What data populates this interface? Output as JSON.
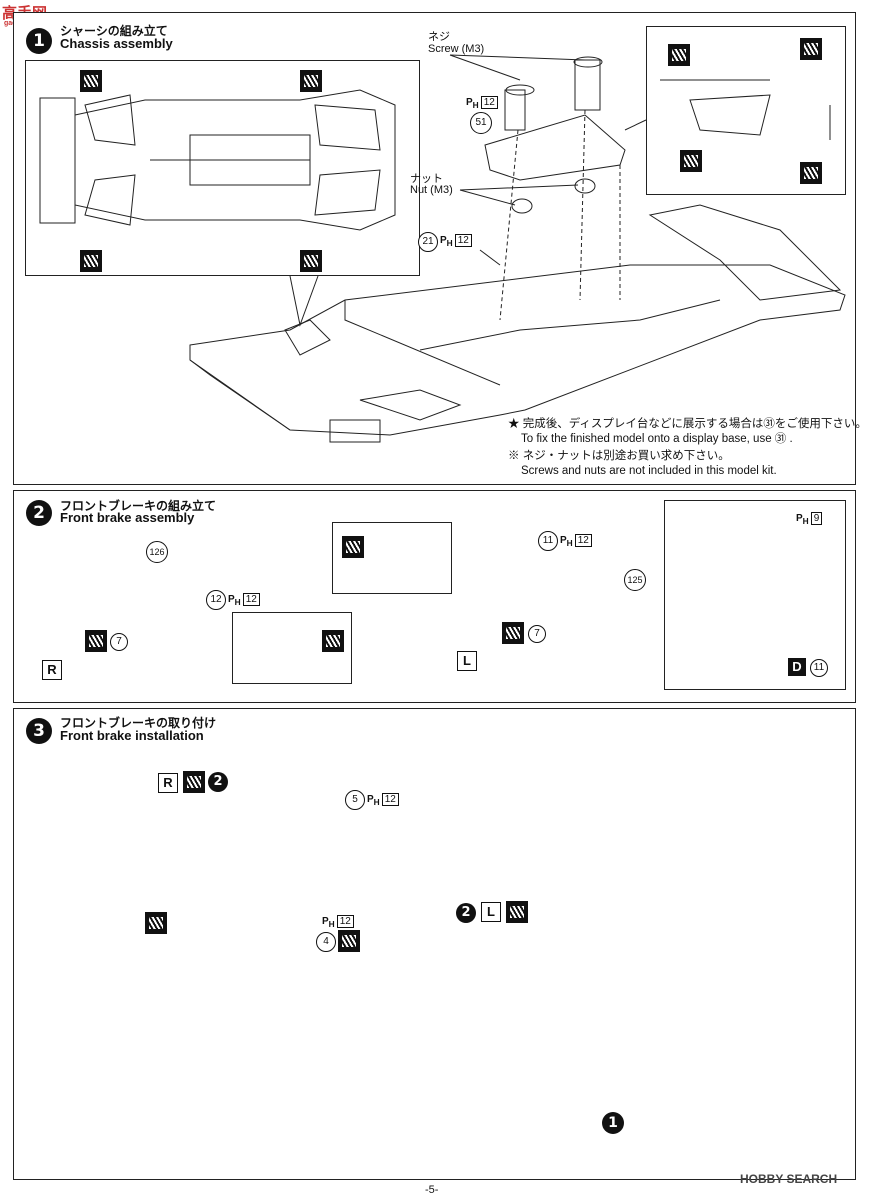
{
  "watermark_top": "高手网",
  "watermark_top_sub": "gao-shou.com",
  "watermark_bottom": "HOBBY SEARCH",
  "page_number": "-5-",
  "steps": [
    {
      "number": "1",
      "title_jp": "シャーシの組み立て",
      "title_en": "Chassis assembly"
    },
    {
      "number": "2",
      "title_jp": "フロントブレーキの組み立て",
      "title_en": "Front brake assembly"
    },
    {
      "number": "3",
      "title_jp": "フロントブレーキの取り付け",
      "title_en": "Front brake installation"
    }
  ],
  "step1": {
    "screw_jp": "ネジ",
    "screw_en": "Screw (M3)",
    "nut_jp": "ナット",
    "nut_en": "Nut (M3)",
    "part51": "51",
    "part21": "21",
    "ph": "P",
    "ph_sub": "H",
    "ph_num": "12",
    "note1_jp": "★ 完成後、ディスプレイ台などに展示する場合は㉛をご使用下さい。",
    "note1_en": "To fix the finished model onto a display base, use ㉛ .",
    "note2_jp": "※ ネジ・ナットは別途お買い求め下さい。",
    "note2_en": "Screws and nuts are not included in this model kit."
  },
  "step2": {
    "part126": "126",
    "part12": "12",
    "part7": "7",
    "part11": "11",
    "part125": "125",
    "ph_num_12": "12",
    "ph_num_9": "9",
    "label_r": "R",
    "label_l": "L",
    "label_d": "D",
    "part_d11": "11"
  },
  "step3": {
    "label_r": "R",
    "label_l": "L",
    "ref2": "2",
    "part5": "5",
    "part4": "4",
    "ref1": "1",
    "ph_num": "12"
  }
}
